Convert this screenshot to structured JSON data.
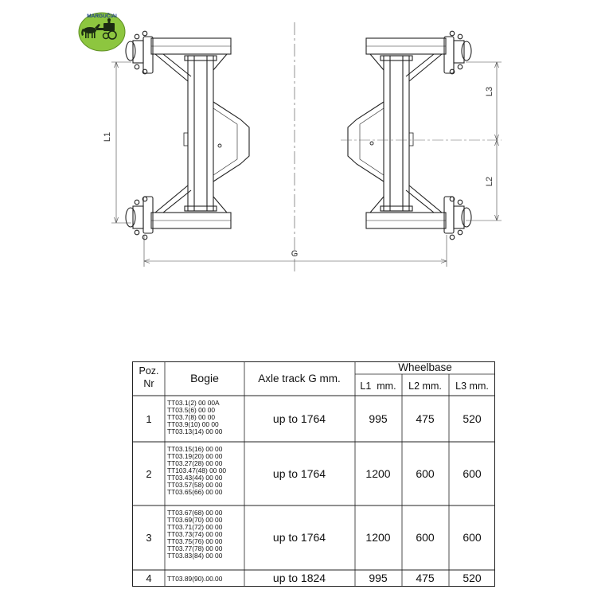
{
  "logo": {
    "text": "MARGUČIAI",
    "colors": {
      "badge": "#8dc63f",
      "text": "#1a3a8a"
    }
  },
  "dimensions": {
    "L1": "L1",
    "L2": "L2",
    "L3": "L3",
    "G": "G"
  },
  "table": {
    "headers": {
      "poz": [
        "Poz.",
        "Nr"
      ],
      "bogie": "Bogie",
      "axle_track": "Axle track G mm.",
      "wheelbase": "Wheelbase",
      "l1": "L1  mm.",
      "l2": "L2 mm.",
      "l3": "L3 mm."
    },
    "rows": [
      {
        "nr": "1",
        "bogies": [
          "TT03.1(2) 00 00A",
          "TT03.5(6) 00 00",
          "TT03.7(8) 00 00",
          "TT03.9(10) 00 00",
          "TT03.13(14) 00 00"
        ],
        "axle": "up to 1764",
        "l1": "995",
        "l2": "475",
        "l3": "520"
      },
      {
        "nr": "2",
        "bogies": [
          "TT03.15(16) 00 00",
          "TT03.19(20) 00 00",
          "TT03.27(28) 00 00",
          "TT103.47(48) 00 00",
          "TT03.43(44) 00 00",
          "TT03.57(58) 00 00",
          "TT03.65(66) 00 00"
        ],
        "axle": "up to 1764",
        "l1": "1200",
        "l2": "600",
        "l3": "600"
      },
      {
        "nr": "3",
        "bogies": [
          "TT03.67(68) 00 00",
          "TT03.69(70) 00 00",
          "TT03.71(72) 00 00",
          "TT03.73(74) 00 00",
          "TT03.75(76) 00 00",
          "TT03.77(78) 00 00",
          "TT03.83(84) 00 00"
        ],
        "axle": "up to 1764",
        "l1": "1200",
        "l2": "600",
        "l3": "600"
      },
      {
        "nr": "4",
        "bogies": [
          "TT03.89(90).00.00"
        ],
        "axle": "up to 1824",
        "l1": "995",
        "l2": "475",
        "l3": "520"
      }
    ]
  }
}
